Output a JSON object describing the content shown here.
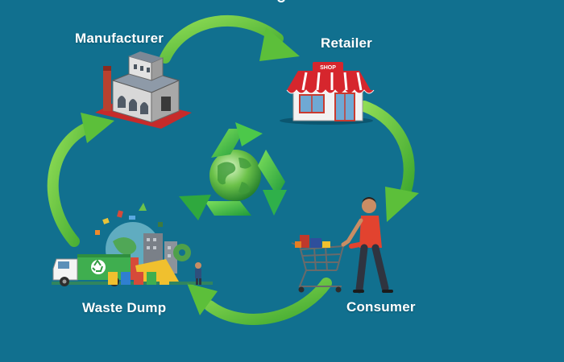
{
  "nodes": {
    "manufacturer": {
      "label": "Manufacturer",
      "icon": "factory-icon"
    },
    "retailer": {
      "label": "Retailer",
      "icon": "shop-icon",
      "sign_text": "SHOP"
    },
    "consumer": {
      "label": "Consumer",
      "icon": "shopper-with-cart-icon"
    },
    "waste_dump": {
      "label": "Waste Dump",
      "icon": "garbage-truck-icon"
    }
  },
  "center": {
    "icon": "recycle-globe-icon"
  },
  "flow": [
    "Manufacturer",
    "Retailer",
    "Consumer",
    "Waste Dump",
    "Manufacturer"
  ],
  "colors": {
    "background": "#11708f",
    "arrow": "#5cbf3a",
    "arrow_light": "#8fdc55",
    "label": "#ffffff",
    "shop_awning_red": "#d6262d",
    "recycle_green": "#3fb54a"
  }
}
